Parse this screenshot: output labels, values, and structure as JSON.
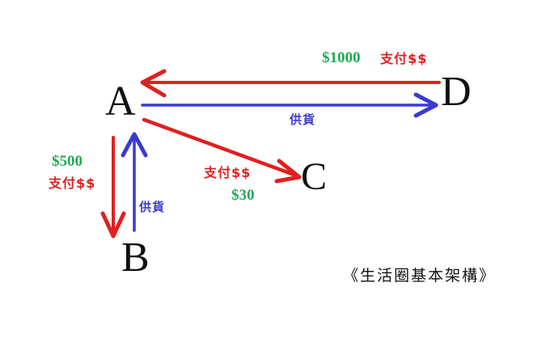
{
  "diagram": {
    "caption": "《生活圈基本架構》",
    "colors": {
      "payment": "#e02020",
      "supply": "#3a3ad0",
      "amount": "#22aa55",
      "node": "#111111",
      "background": "#ffffff"
    },
    "nodes": [
      {
        "id": "A",
        "label": "A"
      },
      {
        "id": "B",
        "label": "B"
      },
      {
        "id": "C",
        "label": "C"
      },
      {
        "id": "D",
        "label": "D"
      }
    ],
    "edges": [
      {
        "id": "d-to-a-payment",
        "from": "D",
        "to": "A",
        "kind": "payment",
        "label": "支付$$",
        "amount": "$1000"
      },
      {
        "id": "a-to-d-supply",
        "from": "A",
        "to": "D",
        "kind": "supply",
        "label": "供貨",
        "amount": ""
      },
      {
        "id": "a-to-b-payment",
        "from": "A",
        "to": "B",
        "kind": "payment",
        "label": "支付$$",
        "amount": "$500"
      },
      {
        "id": "b-to-a-supply",
        "from": "B",
        "to": "A",
        "kind": "supply",
        "label": "供貨",
        "amount": ""
      },
      {
        "id": "a-to-c-payment",
        "from": "A",
        "to": "C",
        "kind": "payment",
        "label": "支付$$",
        "amount": "$30"
      }
    ]
  }
}
